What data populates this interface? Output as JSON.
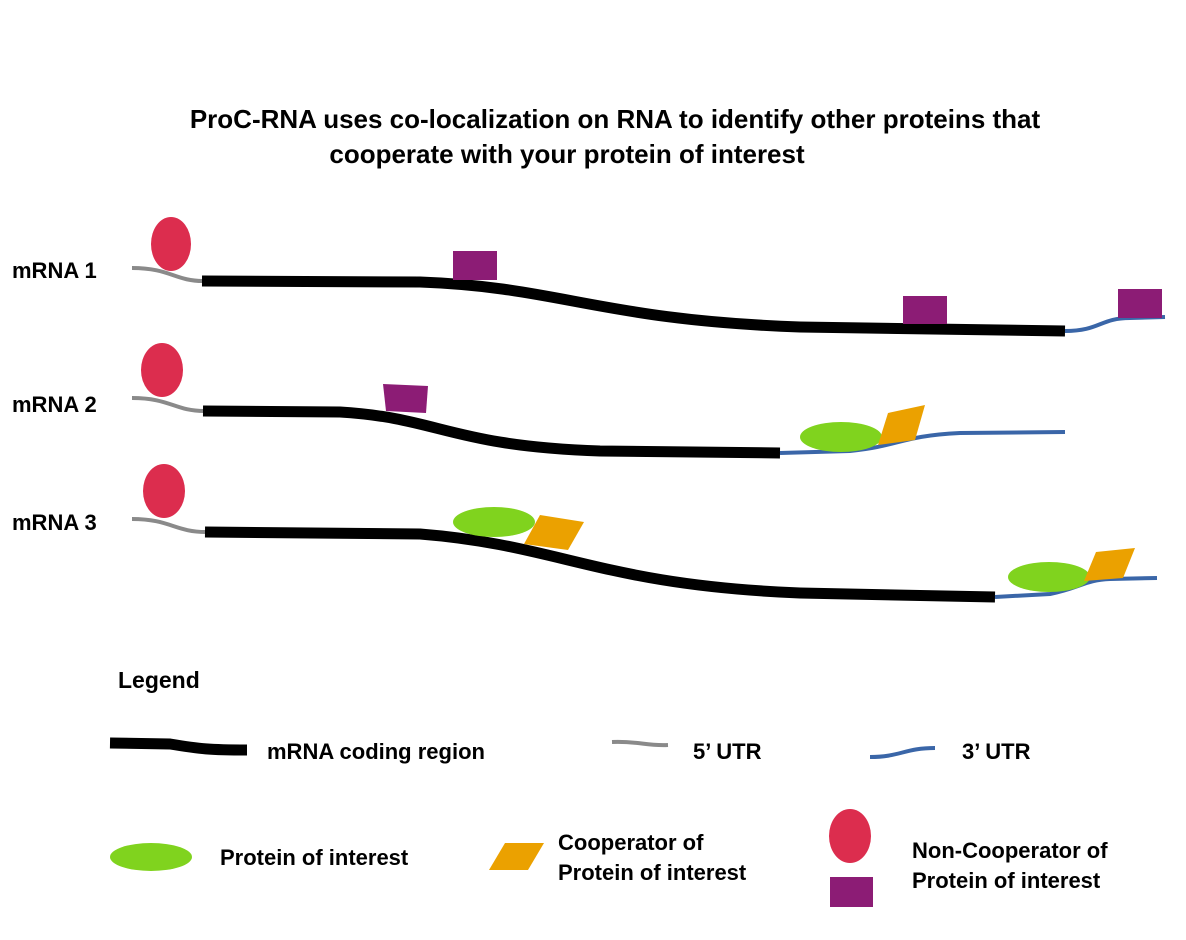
{
  "title": {
    "line1": "ProC-RNA uses co-localization on RNA to identify other proteins that",
    "line2": "cooperate with your protein of interest"
  },
  "mrnas": [
    {
      "label": "mRNA 1"
    },
    {
      "label": "mRNA 2"
    },
    {
      "label": "mRNA 3"
    }
  ],
  "legend": {
    "title": "Legend",
    "coding_region": "mRNA coding region",
    "utr5": "5’ UTR",
    "utr3": "3’ UTR",
    "protein_of_interest": "Protein of interest",
    "cooperator_line1": "Cooperator of",
    "cooperator_line2": "Protein of interest",
    "noncooperator_line1": "Non-Cooperator of",
    "noncooperator_line2": "Protein of interest"
  },
  "colors": {
    "coding": "#000000",
    "utr5": "#8a8a8a",
    "utr3": "#3a66a8",
    "protein_of_interest": "#80d31e",
    "cooperator": "#eba100",
    "noncooperator_oval": "#dc2d4e",
    "noncooperator_square": "#8c1c75"
  }
}
